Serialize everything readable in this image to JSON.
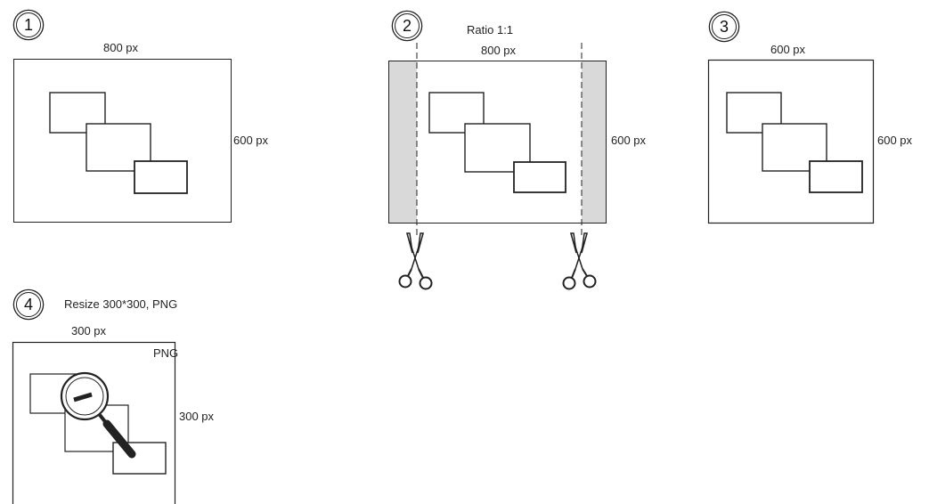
{
  "steps": [
    {
      "number": "1",
      "width_label": "800 px",
      "height_label": "600 px"
    },
    {
      "number": "2",
      "title": "Ratio 1:1",
      "width_label": "800 px",
      "height_label": "600 px"
    },
    {
      "number": "3",
      "width_label": "600 px",
      "height_label": "600 px"
    },
    {
      "number": "4",
      "title": "Resize 300*300, PNG",
      "width_label": "300 px",
      "height_label": "300 px",
      "format_label": "PNG"
    }
  ],
  "icons": [
    "scissors-icon",
    "scissors-icon",
    "magnifier-minus-icon"
  ],
  "colors": {
    "line": "#222222",
    "cropped_area": "#d9d9d9",
    "background": "#ffffff"
  }
}
